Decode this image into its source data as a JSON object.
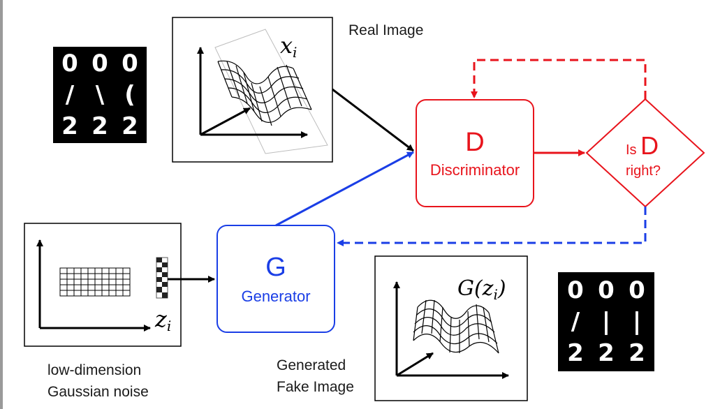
{
  "labels": {
    "real_image": "Real Image",
    "noise_line1": "low-dimension",
    "noise_line2": "Gaussian noise",
    "fake_line1": "Generated",
    "fake_line2": "Fake Image"
  },
  "discriminator": {
    "letter": "D",
    "name": "Discriminator"
  },
  "generator": {
    "letter": "G",
    "name": "Generator"
  },
  "decision": {
    "prefix": "Is",
    "letter": "D",
    "suffix": "right?"
  },
  "math": {
    "x_base": "x",
    "x_sub": "i",
    "z_base": "z",
    "z_sub": "i",
    "g_open": "G(z",
    "g_sub": "i",
    "g_close": ")"
  },
  "real_digits": [
    "0",
    "0",
    "0",
    "/",
    "\\",
    "(",
    "2",
    "2",
    "2"
  ],
  "fake_digits": [
    "0",
    "0",
    "0",
    "/",
    "|",
    "|",
    "2",
    "2",
    "2"
  ],
  "colors": {
    "discriminator": "#e8141c",
    "generator": "#1a3ee6",
    "text": "#1a1a1a"
  }
}
